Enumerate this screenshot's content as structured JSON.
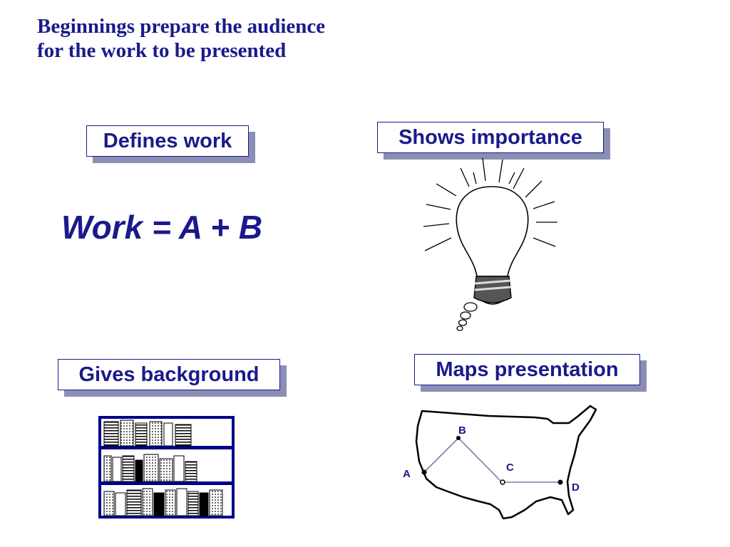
{
  "slide": {
    "title_lines": [
      "Beginnings prepare the audience",
      "for the work to be presented"
    ],
    "boxes": {
      "defines": "Defines work",
      "shows": "Shows importance",
      "gives": "Gives background",
      "maps": "Maps presentation"
    },
    "equation": "Work = A + B",
    "map_labels": {
      "a": "A",
      "b": "B",
      "c": "C",
      "d": "D"
    }
  },
  "colors": {
    "text": "#1a1a8c",
    "shadow": "#8a8fb3"
  },
  "icons": [
    "lightbulb-icon",
    "bookshelf-icon",
    "us-map-icon"
  ]
}
